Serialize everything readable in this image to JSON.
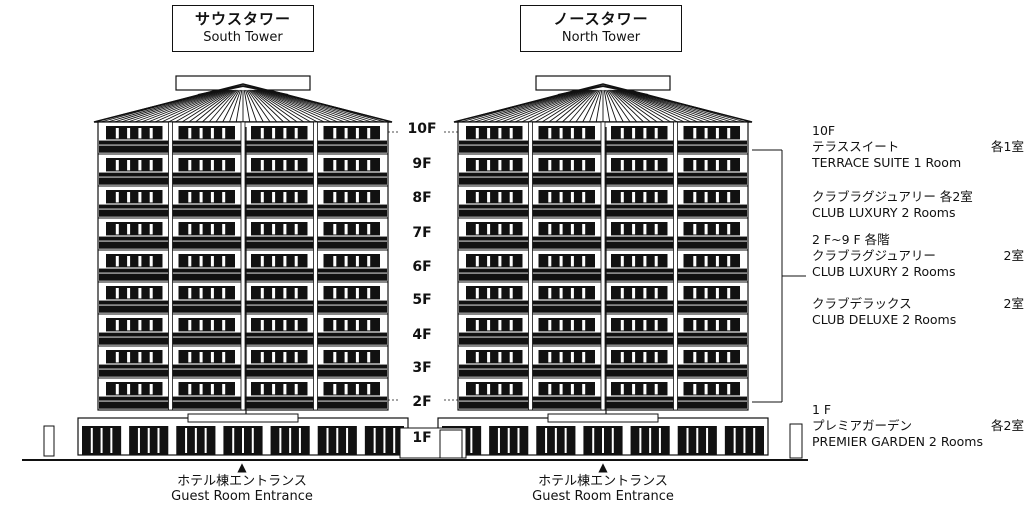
{
  "towers": [
    {
      "name_jp": "サウスタワー",
      "name_en": "South Tower"
    },
    {
      "name_jp": "ノースタワー",
      "name_en": "North Tower"
    }
  ],
  "floors": [
    "10F",
    "9F",
    "8F",
    "7F",
    "6F",
    "5F",
    "4F",
    "3F",
    "2F",
    "1F"
  ],
  "entrances": [
    {
      "jp": "ホテル棟エントランス",
      "en": "Guest Room Entrance"
    },
    {
      "jp": "ホテル棟エントランス",
      "en": "Guest Room Entrance"
    }
  ],
  "legend": {
    "top_floor": "10F",
    "terrace_jp": "テラススイート",
    "terrace_count": "各1室",
    "terrace_en": "TERRACE SUITE 1 Room",
    "club_luxury_jp": "クラブラグジュアリー 各2室",
    "club_luxury_en": "CLUB LUXURY 2 Rooms",
    "mid_floors": "2 F~9 F 各階",
    "mid_luxury_jp": "クラブラグジュアリー",
    "mid_luxury_count": "2室",
    "mid_luxury_en": "CLUB LUXURY  2 Rooms",
    "deluxe_jp": "クラブデラックス",
    "deluxe_count": "2室",
    "deluxe_en": "CLUB DELUXE  2 Rooms",
    "first_floor": "1 F",
    "garden_jp": "プレミアガーデン",
    "garden_count": "各2室",
    "garden_en": "PREMIER GARDEN 2 Rooms"
  }
}
